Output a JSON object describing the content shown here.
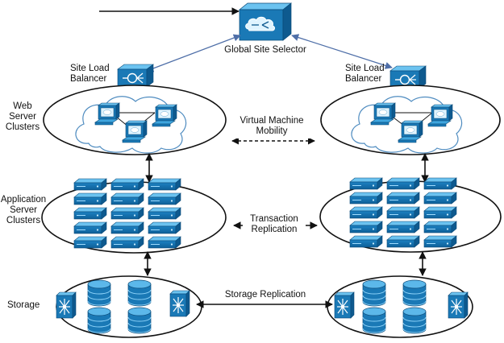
{
  "labels": {
    "global_site_selector": "Global Site Selector",
    "site_lb_left_1": "Site Load",
    "site_lb_left_2": "Balancer",
    "site_lb_right_1": "Site Load",
    "site_lb_right_2": "Balancer",
    "web_1": "Web",
    "web_2": "Server",
    "web_3": "Clusters",
    "app_1": "Application",
    "app_2": "Server",
    "app_3": "Clusters",
    "storage": "Storage",
    "vm_1": "Virtual Machine",
    "vm_2": "Mobility",
    "tr_1": "Transaction",
    "tr_2": "Replication",
    "storage_replication": "Storage Replication"
  },
  "colors": {
    "device_blue": "#1a79b6",
    "device_light": "#3fa6df",
    "device_dark": "#0c4f80",
    "arrow_blue": "#4f6fa8",
    "line_black": "#111111"
  },
  "icons": {
    "site_selector": "global-site-selector-icon",
    "load_balancer": "load-balancer-icon",
    "workstation": "workstation-icon",
    "server": "server-icon",
    "database": "database-icon",
    "storage_switch": "storage-switch-icon",
    "cloud": "cloud-icon"
  }
}
